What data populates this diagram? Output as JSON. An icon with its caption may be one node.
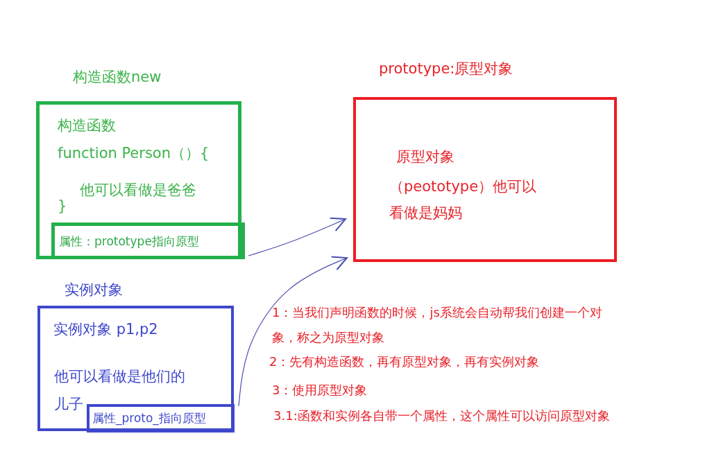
{
  "diagram": {
    "nodes": [
      {
        "text": [
          "构造函数new",
          "构造函数",
          "function Person（）{",
          "他可以看做是爸爸",
          "}"
        ]
      },
      {
        "text": [
          "属性：prototype指向原型"
        ],
        "in": 0
      },
      {
        "text": [
          "prototype:原型对象",
          "原型对象",
          "（peototype）他可以看做是妈妈"
        ]
      },
      {
        "text": [
          "实例对象",
          "实例对象 p1,p2",
          "他可以看做是他们的儿子"
        ]
      },
      {
        "text": [
          "属性_proto_指向原型"
        ],
        "in": 3
      }
    ],
    "edges": [
      {
        "from": 1,
        "to": 2,
        "arrow": "to"
      },
      {
        "from": 4,
        "to": 2,
        "arrow": "to"
      }
    ],
    "labels": [
      "1：当我们声明函数的时候，js系统会自动帮我们创建一个对象，称之为原型对象",
      "2：先有构造函数，再有原型对象，再有实例对象",
      "3：使用原型对象",
      "3.1:函数和实例各自带一个属性，这个属性可以访问原型对象"
    ]
  }
}
